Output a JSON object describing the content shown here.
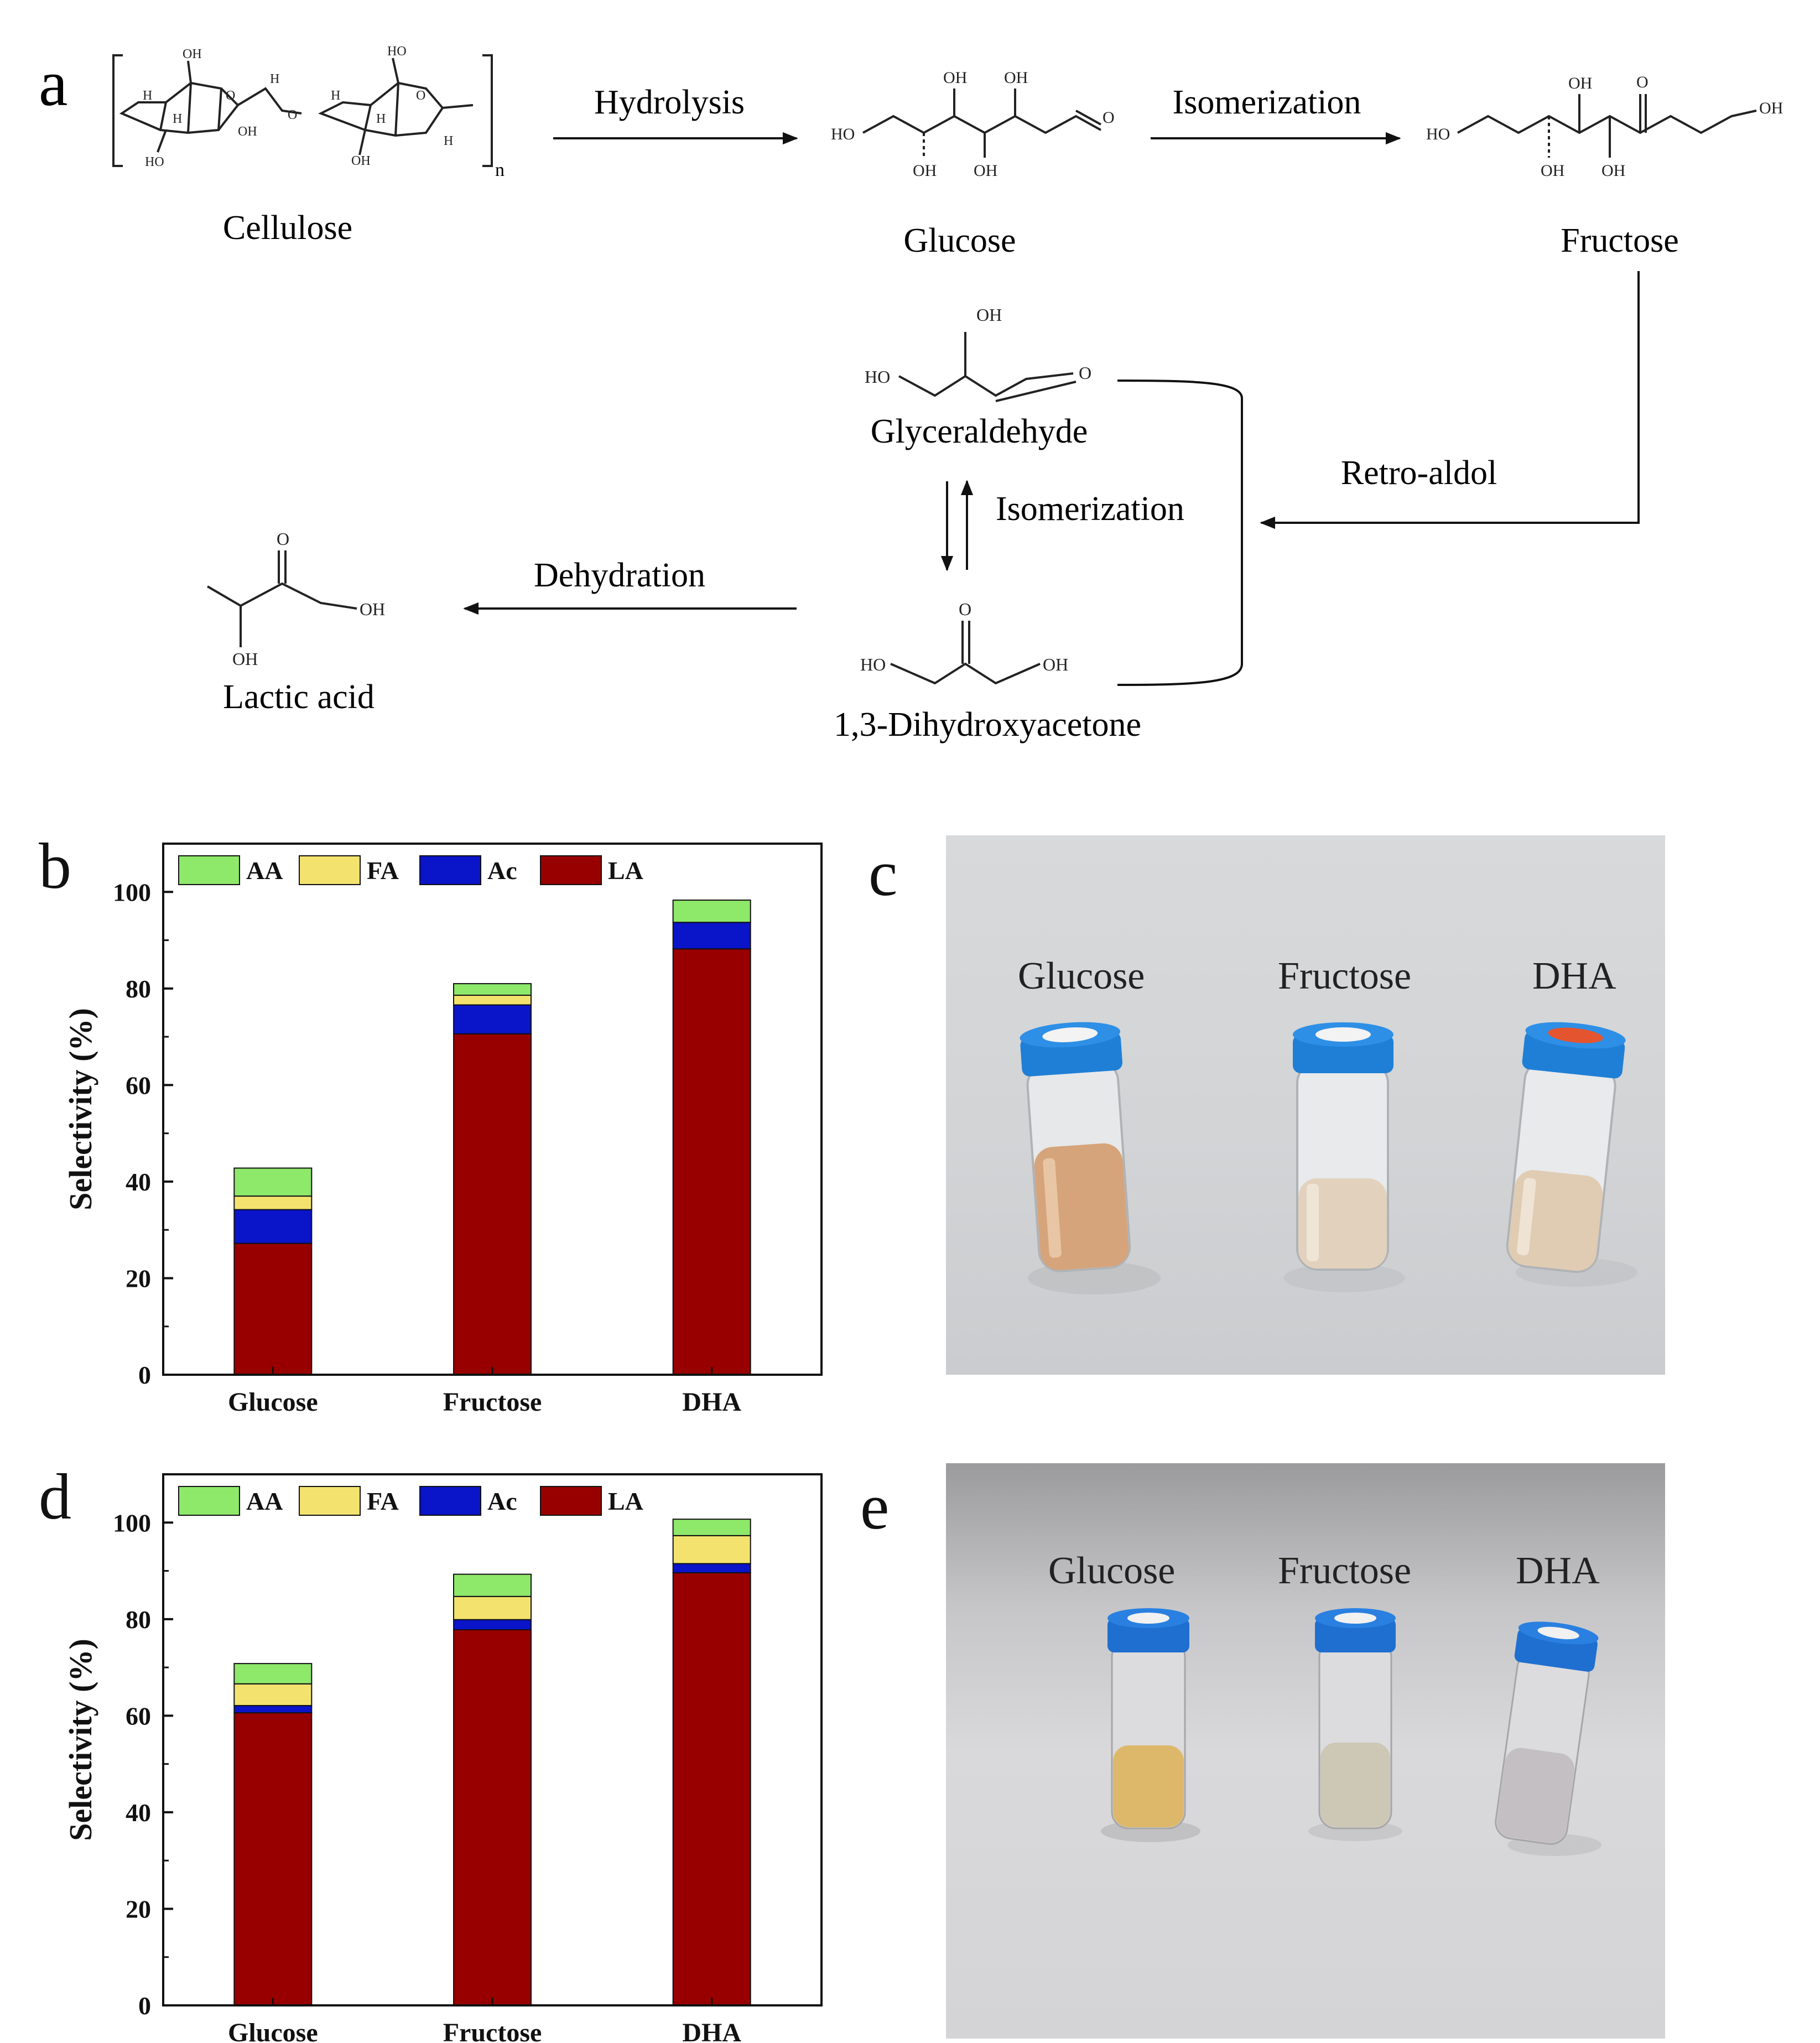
{
  "panel_letters": {
    "a": "a",
    "b": "b",
    "c": "c",
    "d": "d",
    "e": "e"
  },
  "scheme": {
    "compounds": {
      "cellulose": "Cellulose",
      "glucose": "Glucose",
      "fructose": "Fructose",
      "glyceraldehyde": "Glyceraldehyde",
      "dha": "1,3-Dihydroxyacetone",
      "lactic_acid": "Lactic acid"
    },
    "steps": {
      "hydrolysis": "Hydrolysis",
      "isomerization_1": "Isomerization",
      "retro_aldol": "Retro-aldol",
      "isomerization_2": "Isomerization",
      "dehydration": "Dehydration"
    },
    "atoms": {
      "oh": "OH",
      "ho": "HO",
      "o": "O",
      "h": "H",
      "n": "n"
    }
  },
  "legend": {
    "aa": "AA",
    "fa": "FA",
    "ac": "Ac",
    "la": "LA"
  },
  "colors": {
    "AA": "#8ee86a",
    "FA": "#f3e36e",
    "Ac": "#0a14c8",
    "LA": "#980000"
  },
  "chart_data": [
    {
      "id": "b",
      "type": "bar",
      "stacked": true,
      "categories": [
        "Glucose",
        "Fructose",
        "DHA"
      ],
      "series": [
        {
          "name": "LA",
          "values": [
            27.2,
            70.6,
            88.2
          ]
        },
        {
          "name": "Ac",
          "values": [
            7.0,
            6.0,
            5.5
          ]
        },
        {
          "name": "FA",
          "values": [
            2.8,
            2.0,
            0
          ]
        },
        {
          "name": "AA",
          "values": [
            5.8,
            2.4,
            4.6
          ]
        }
      ],
      "ylabel": "Selectivity (%)",
      "ylim": [
        0,
        110
      ],
      "yticks": [
        "0",
        "20",
        "40",
        "60",
        "80",
        "100"
      ],
      "legend_placement": "top"
    },
    {
      "id": "d",
      "type": "bar",
      "stacked": true,
      "categories": [
        "Glucose",
        "Fructose",
        "DHA"
      ],
      "series": [
        {
          "name": "LA",
          "values": [
            60.6,
            77.8,
            89.6
          ]
        },
        {
          "name": "Ac",
          "values": [
            1.5,
            2.1,
            1.9
          ]
        },
        {
          "name": "FA",
          "values": [
            4.5,
            4.8,
            5.8
          ]
        },
        {
          "name": "AA",
          "values": [
            4.2,
            4.6,
            3.4
          ]
        }
      ],
      "ylabel": "Selectivity (%)",
      "ylim": [
        0,
        110
      ],
      "yticks": [
        "0",
        "20",
        "40",
        "60",
        "80",
        "100"
      ],
      "legend_placement": "top"
    }
  ],
  "photo_c": {
    "labels": [
      "Glucose",
      "Fructose",
      "DHA"
    ]
  },
  "photo_e": {
    "labels": [
      "Glucose",
      "Fructose",
      "DHA"
    ]
  }
}
